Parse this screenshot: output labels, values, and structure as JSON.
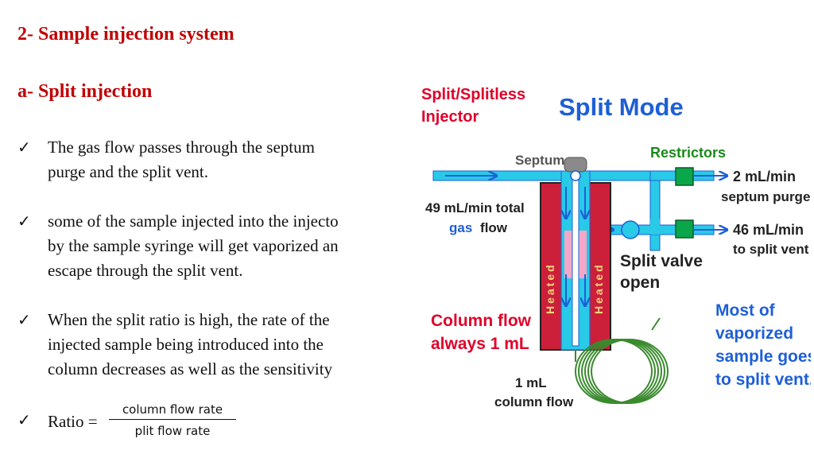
{
  "slide": {
    "title": "2- Sample injection system",
    "subtitle": "a- Split injection",
    "bullets": [
      {
        "lines": [
          "The gas flow passes through the septum",
          "purge and the split vent."
        ]
      },
      {
        "lines": [
          "some of the sample injected into the injecto",
          "by the sample syringe will get vaporized an",
          "escape through the split vent."
        ]
      },
      {
        "lines": [
          "When the split ratio is high, the rate of the",
          "injected sample being introduced into the",
          "column decreases as well as the sensitivity"
        ]
      }
    ],
    "ratio": {
      "label": "Ratio =",
      "numerator": "column flow rate",
      "denominator": "plit flow rate"
    },
    "check_icon": "checkmark-icon"
  },
  "diagram": {
    "injector_label": [
      "Split/Splitless",
      "Injector"
    ],
    "mode_title": "Split Mode",
    "septum": "Septum",
    "restrictors": "Restrictors",
    "total_flow": [
      "49 mL/min total",
      "gas",
      "flow"
    ],
    "septum_purge": [
      "2 mL/min",
      "septum purge"
    ],
    "split_vent": [
      "46 mL/min",
      "to split vent"
    ],
    "split_valve": [
      "Split valve",
      "open"
    ],
    "heated": "Heated",
    "column_flow": [
      "Column flow",
      "always 1 mL"
    ],
    "column_flow_small": [
      "1 mL",
      "column flow"
    ],
    "most_vaporized": [
      "Most of",
      "vaporized",
      "sample goes",
      "to split vent."
    ],
    "colors": {
      "red": "#e0002a",
      "blue": "#1e5fd6",
      "cyan": "#29c9e8",
      "green": "#1a8a1a",
      "heater": "#cc1f3a",
      "coil": "#3a8a2e"
    }
  }
}
